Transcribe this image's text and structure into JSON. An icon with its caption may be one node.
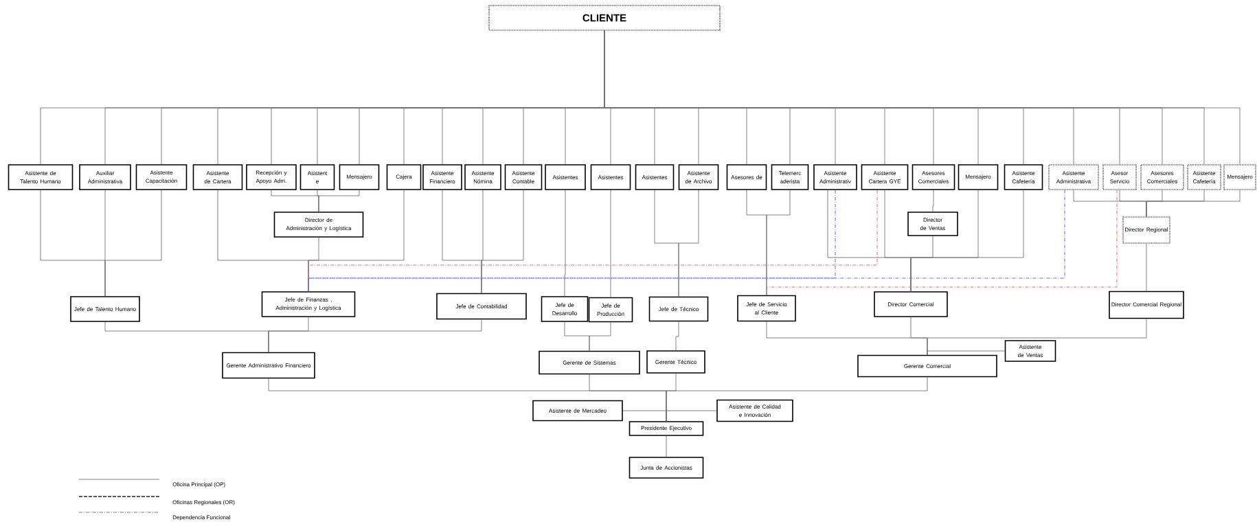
{
  "diagram": {
    "nodes": [
      {
        "text": [
          "CLIENTE"
        ]
      },
      {
        "text": [
          "Asistente de Talento Humano"
        ]
      },
      {
        "text": [
          "Auxiliar Administrativa"
        ]
      },
      {
        "text": [
          "Asistente Capacitación"
        ]
      },
      {
        "text": [
          "Asistente de Cartera"
        ]
      },
      {
        "text": [
          "Recepción y Apoyo Adm."
        ]
      },
      {
        "text": [
          "Asistent e"
        ]
      },
      {
        "text": [
          "Mensajero"
        ]
      },
      {
        "text": [
          "Cajera"
        ]
      },
      {
        "text": [
          "Asistente Financiero"
        ]
      },
      {
        "text": [
          "Asistente Nómina"
        ]
      },
      {
        "text": [
          "Asistente Contable"
        ]
      },
      {
        "text": [
          "Asistentes"
        ]
      },
      {
        "text": [
          "Asistentes"
        ]
      },
      {
        "text": [
          "Asistentes"
        ]
      },
      {
        "text": [
          "Asistente de Archivo"
        ]
      },
      {
        "text": [
          "Asesores de"
        ]
      },
      {
        "text": [
          "Telemerc aderista"
        ]
      },
      {
        "text": [
          "Asistente Administrativ"
        ]
      },
      {
        "text": [
          "Asistente Cartera GYE"
        ]
      },
      {
        "text": [
          "Asesores Comerciales"
        ]
      },
      {
        "text": [
          "Mensajero"
        ]
      },
      {
        "text": [
          "Asistente Cafetería"
        ]
      },
      {
        "text": [
          "Asistente Administrativa"
        ]
      },
      {
        "text": [
          "Asesor Servicio"
        ]
      },
      {
        "text": [
          "Asesores Comerciales"
        ]
      },
      {
        "text": [
          "Asistente Cafetería"
        ]
      },
      {
        "text": [
          "Mensajero"
        ]
      },
      {
        "text": [
          "Director de Administración y Logística"
        ]
      },
      {
        "text": [
          "Director de Ventas"
        ]
      },
      {
        "text": [
          "Director Regional"
        ]
      },
      {
        "text": [
          "Jefe de Talento Humano"
        ]
      },
      {
        "text": [
          "Jefe de Finanzas , Administración y Logística"
        ]
      },
      {
        "text": [
          "Jefe de Contabilidad"
        ]
      },
      {
        "text": [
          "Jefe de Desarrollo"
        ]
      },
      {
        "text": [
          "Jefe de Producción"
        ]
      },
      {
        "text": [
          "Jefe de Técnico"
        ]
      },
      {
        "text": [
          "Jefe de Servicio al Cliente"
        ]
      },
      {
        "text": [
          "Director Comercial"
        ]
      },
      {
        "text": [
          "Director Comercial Regional"
        ]
      },
      {
        "text": [
          "Gerente Administrativo Financiero"
        ]
      },
      {
        "text": [
          "Gerente de Sistemas"
        ]
      },
      {
        "text": [
          "Gerente Técnico"
        ]
      },
      {
        "text": [
          "Asistente de Ventas"
        ]
      },
      {
        "text": [
          "Gerente Comercial"
        ]
      },
      {
        "text": [
          "Asistente de Mercadeo"
        ]
      },
      {
        "text": [
          "Asistente de Calidad e Innovación"
        ]
      },
      {
        "text": [
          "Presidente Ejecutivo"
        ]
      },
      {
        "text": [
          "Junta de Accionistas"
        ]
      }
    ],
    "edges": [
      {
        "from": 0,
        "to": 1,
        "arrow": "none"
      },
      {
        "from": 0,
        "to": 2,
        "arrow": "none"
      },
      {
        "from": 0,
        "to": 3,
        "arrow": "none"
      },
      {
        "from": 0,
        "to": 4,
        "arrow": "none"
      },
      {
        "from": 0,
        "to": 5,
        "arrow": "none"
      },
      {
        "from": 0,
        "to": 6,
        "arrow": "none"
      },
      {
        "from": 0,
        "to": 7,
        "arrow": "none"
      },
      {
        "from": 0,
        "to": 8,
        "arrow": "none"
      },
      {
        "from": 0,
        "to": 9,
        "arrow": "none"
      },
      {
        "from": 0,
        "to": 10,
        "arrow": "none"
      },
      {
        "from": 0,
        "to": 11,
        "arrow": "none"
      },
      {
        "from": 0,
        "to": 12,
        "arrow": "none"
      },
      {
        "from": 0,
        "to": 13,
        "arrow": "none"
      },
      {
        "from": 0,
        "to": 14,
        "arrow": "none"
      },
      {
        "from": 0,
        "to": 15,
        "arrow": "none"
      },
      {
        "from": 0,
        "to": 16,
        "arrow": "none"
      },
      {
        "from": 0,
        "to": 17,
        "arrow": "none"
      },
      {
        "from": 0,
        "to": 18,
        "arrow": "none"
      },
      {
        "from": 0,
        "to": 19,
        "arrow": "none"
      },
      {
        "from": 0,
        "to": 20,
        "arrow": "none"
      },
      {
        "from": 0,
        "to": 21,
        "arrow": "none"
      },
      {
        "from": 0,
        "to": 22,
        "arrow": "none"
      },
      {
        "from": 0,
        "to": 23,
        "arrow": "none"
      },
      {
        "from": 0,
        "to": 24,
        "arrow": "none"
      },
      {
        "from": 0,
        "to": 25,
        "arrow": "none"
      },
      {
        "from": 0,
        "to": 26,
        "arrow": "none"
      },
      {
        "from": 0,
        "to": 27,
        "arrow": "none"
      },
      {
        "from": 5,
        "to": 28,
        "arrow": "none"
      },
      {
        "from": 6,
        "to": 28,
        "arrow": "none"
      },
      {
        "from": 7,
        "to": 28,
        "arrow": "none"
      },
      {
        "from": 1,
        "to": 31,
        "arrow": "none"
      },
      {
        "from": 2,
        "to": 31,
        "arrow": "none"
      },
      {
        "from": 3,
        "to": 31,
        "arrow": "none"
      },
      {
        "from": 4,
        "to": 32,
        "arrow": "none"
      },
      {
        "from": 28,
        "to": 32,
        "arrow": "none"
      },
      {
        "from": 8,
        "to": 32,
        "arrow": "none"
      },
      {
        "from": 9,
        "to": 33,
        "arrow": "none"
      },
      {
        "from": 10,
        "to": 33,
        "arrow": "none"
      },
      {
        "from": 11,
        "to": 33,
        "arrow": "none"
      },
      {
        "from": 12,
        "to": 34,
        "arrow": "none"
      },
      {
        "from": 13,
        "to": 35,
        "arrow": "none"
      },
      {
        "from": 14,
        "to": 36,
        "arrow": "none"
      },
      {
        "from": 15,
        "to": 36,
        "arrow": "none"
      },
      {
        "from": 16,
        "to": 37,
        "arrow": "none"
      },
      {
        "from": 17,
        "to": 37,
        "arrow": "none"
      },
      {
        "from": 20,
        "to": 29,
        "arrow": "none"
      },
      {
        "from": 18,
        "to": 38,
        "arrow": "none"
      },
      {
        "from": 19,
        "to": 38,
        "arrow": "none"
      },
      {
        "from": 29,
        "to": 38,
        "arrow": "none"
      },
      {
        "from": 21,
        "to": 38,
        "arrow": "none"
      },
      {
        "from": 22,
        "to": 38,
        "arrow": "none"
      },
      {
        "from": 23,
        "to": 30,
        "arrow": "none"
      },
      {
        "from": 24,
        "to": 30,
        "arrow": "none"
      },
      {
        "from": 25,
        "to": 30,
        "arrow": "none"
      },
      {
        "from": 26,
        "to": 30,
        "arrow": "none"
      },
      {
        "from": 27,
        "to": 30,
        "arrow": "none"
      },
      {
        "from": 30,
        "to": 39,
        "arrow": "none"
      },
      {
        "from": 19,
        "to": 32,
        "arrow": "none",
        "style": "dashed",
        "color": "#ff6666"
      },
      {
        "from": 18,
        "to": 32,
        "arrow": "none",
        "style": "dashed",
        "color": "#6666ff"
      },
      {
        "from": 23,
        "to": 32,
        "arrow": "none",
        "style": "dashed",
        "color": "#6666ff"
      },
      {
        "from": 24,
        "to": 37,
        "arrow": "none",
        "style": "dashed",
        "color": "#ff6666"
      },
      {
        "from": 31,
        "to": 40,
        "arrow": "none"
      },
      {
        "from": 32,
        "to": 40,
        "arrow": "none"
      },
      {
        "from": 33,
        "to": 40,
        "arrow": "none"
      },
      {
        "from": 34,
        "to": 41,
        "arrow": "none"
      },
      {
        "from": 35,
        "to": 41,
        "arrow": "none"
      },
      {
        "from": 36,
        "to": 42,
        "arrow": "none"
      },
      {
        "from": 37,
        "to": 44,
        "arrow": "none"
      },
      {
        "from": 38,
        "to": 44,
        "arrow": "none"
      },
      {
        "from": 39,
        "to": 44,
        "arrow": "none"
      },
      {
        "from": 44,
        "to": 43,
        "arrow": "none"
      },
      {
        "from": 40,
        "to": 47,
        "arrow": "none"
      },
      {
        "from": 41,
        "to": 47,
        "arrow": "none"
      },
      {
        "from": 42,
        "to": 47,
        "arrow": "none"
      },
      {
        "from": 44,
        "to": 47,
        "arrow": "none"
      },
      {
        "from": 47,
        "to": 45,
        "arrow": "none"
      },
      {
        "from": 47,
        "to": 46,
        "arrow": "none"
      },
      {
        "from": 47,
        "to": 48,
        "arrow": "none"
      }
    ],
    "legend": [
      {
        "text": "Oficina Principal (OP)"
      },
      {
        "text": "Oficinas Regionales (OR)"
      },
      {
        "text": "Dependencia Funcional"
      }
    ]
  }
}
